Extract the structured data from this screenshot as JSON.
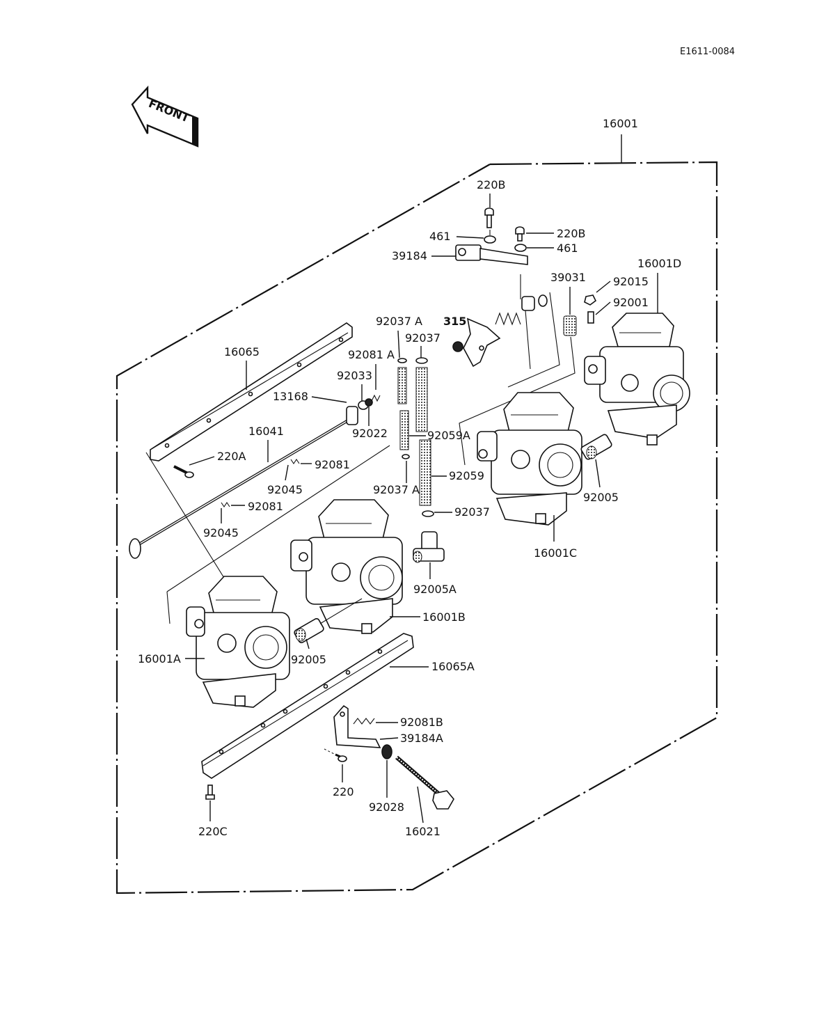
{
  "diagram_id": "E1611-0084",
  "front_label": "FRONT",
  "labels": {
    "p16001": "16001",
    "p220B_top": "220B",
    "p461_left": "461",
    "p220B_right": "220B",
    "p461_right": "461",
    "p39184": "39184",
    "p39031": "39031",
    "p16001D": "16001D",
    "p92015": "92015",
    "p92001": "92001",
    "p315": "315",
    "p92037A_top": "92037 A",
    "p92037_top": "92037",
    "p92081A": "92081 A",
    "p16065": "16065",
    "p92033": "92033",
    "p13168": "13168",
    "p92022": "92022",
    "p92059A": "92059A",
    "p16041": "16041",
    "p220A": "220A",
    "p92081_a": "92081",
    "p92045_a": "92045",
    "p92037A_mid": "92037 A",
    "p92059": "92059",
    "p92081_b": "92081",
    "p92045_b": "92045",
    "p92037_mid": "92037",
    "p92005_right": "92005",
    "p16001C": "16001C",
    "p92005A": "92005A",
    "p16001B": "16001B",
    "p16001A": "16001A",
    "p92005_left": "92005",
    "p16065A": "16065A",
    "p92081B": "92081B",
    "p39184A": "39184A",
    "p220": "220",
    "p92028": "92028",
    "p220C": "220C",
    "p16021": "16021"
  }
}
